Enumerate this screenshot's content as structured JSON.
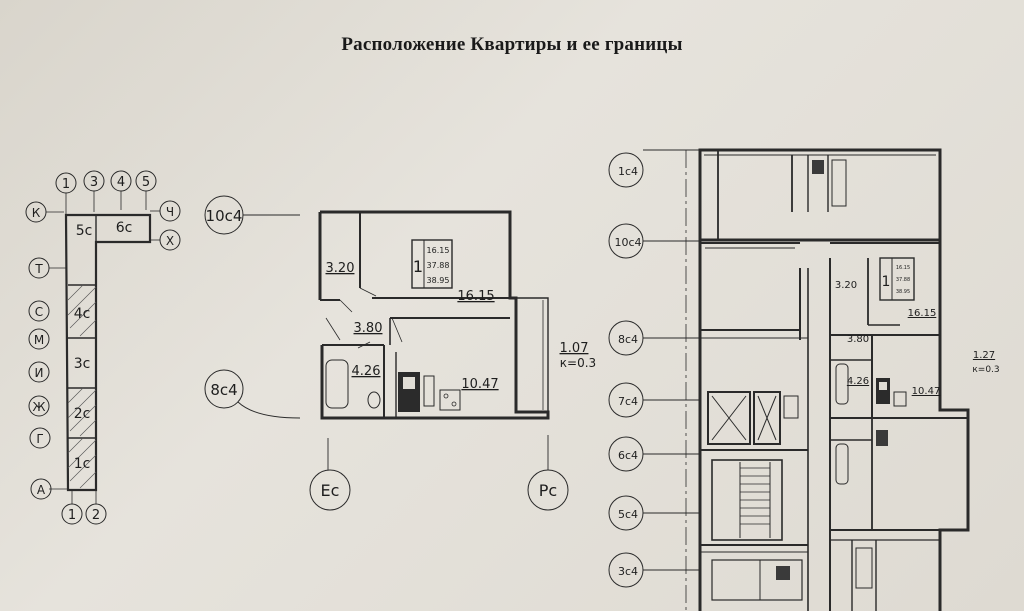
{
  "title": "Расположение  Квартиры и ее границы",
  "key_plan": {
    "top_axes": [
      "1",
      "3",
      "4",
      "5"
    ],
    "bottom_axes": [
      "1",
      "2"
    ],
    "row_axes_left": [
      "К",
      "Т",
      "С",
      "М",
      "И",
      "Ж",
      "Г",
      "А"
    ],
    "row_axes_right": [
      "Ч",
      "Х"
    ],
    "sections": [
      "5с",
      "6с",
      "4с",
      "3с",
      "2с",
      "1с"
    ]
  },
  "apartment_plan": {
    "axis_labels": [
      "10с4",
      "8с4",
      "Ес",
      "Рс"
    ],
    "rooms": {
      "living_room": "16.15",
      "storage": "3.20",
      "hallway": "3.80",
      "bathroom": "4.26",
      "kitchen": "10.47"
    },
    "balcony": {
      "area": "1.07",
      "coefficient": "к=0.3"
    },
    "stamp": {
      "rooms_count": "1",
      "values": [
        "16.15",
        "37.88",
        "38.95"
      ]
    }
  },
  "floor_plan": {
    "axis_labels": [
      "1с4",
      "10с4",
      "8с4",
      "7с4",
      "6с4",
      "5с4",
      "3с4"
    ],
    "rooms": {
      "storage": "3.20",
      "living_room": "16.15",
      "hallway": "3.80",
      "bathroom": "4.26",
      "kitchen": "10.47"
    },
    "stamp": {
      "rooms_count": "1",
      "values": [
        "16.15",
        "37.88",
        "38.95"
      ]
    },
    "balcony": {
      "area": "1.27",
      "coefficient": "к=0.3"
    }
  }
}
